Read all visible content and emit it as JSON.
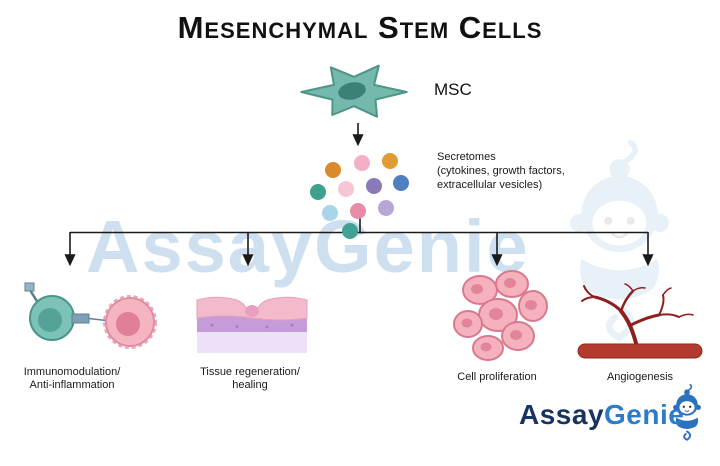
{
  "title": "Mesenchymal Stem Cells",
  "msc": {
    "label": "MSC"
  },
  "secretomes": {
    "line1": "Secretomes",
    "line2": "(cytokines, growth factors,",
    "line3": "extracellular vesicles)",
    "dots": [
      {
        "color": "#d98a2b"
      },
      {
        "color": "#f2afc5"
      },
      {
        "color": "#e09b33"
      },
      {
        "color": "#3fa18d"
      },
      {
        "color": "#f6c6d2"
      },
      {
        "color": "#8a7ab8"
      },
      {
        "color": "#4e7fc1"
      },
      {
        "color": "#a9d5e8"
      },
      {
        "color": "#e78ba6"
      },
      {
        "color": "#b7a7d5"
      },
      {
        "color": "#43a293"
      }
    ]
  },
  "branches": [
    {
      "line1": "Immunomodulation/",
      "line2": "Anti-inflammation"
    },
    {
      "line1": "Tissue regeneration/",
      "line2": "healing"
    },
    {
      "line1": "Cell proliferation",
      "line2": ""
    },
    {
      "line1": "Angiogenesis",
      "line2": ""
    }
  ],
  "watermark": {
    "text": "AssayGenie"
  },
  "logo": {
    "part1": "Assay",
    "part2": "Genie"
  },
  "colors": {
    "msc_cell": "#74b9ac",
    "msc_cell_stroke": "#4e9588",
    "msc_nucleus": "#3c8175",
    "arrow": "#1a1a1a",
    "watermark_blue": "#9ec3e0",
    "logo_dark_blue": "#16345e",
    "logo_light_blue": "#2e7cc9",
    "genie_blue": "#2b72bd",
    "vessel_red": "#b23a2e",
    "vessel_tree": "#8d1f1f",
    "immune_cell_teal": "#7cc2b7",
    "immune_cell_pink": "#f4b5c1",
    "tissue_pink": "#f3bacb",
    "tissue_purple": "#c59bd9",
    "tissue_lavender": "#ece1f6",
    "proliferation_pink": "#f5b2bd"
  }
}
